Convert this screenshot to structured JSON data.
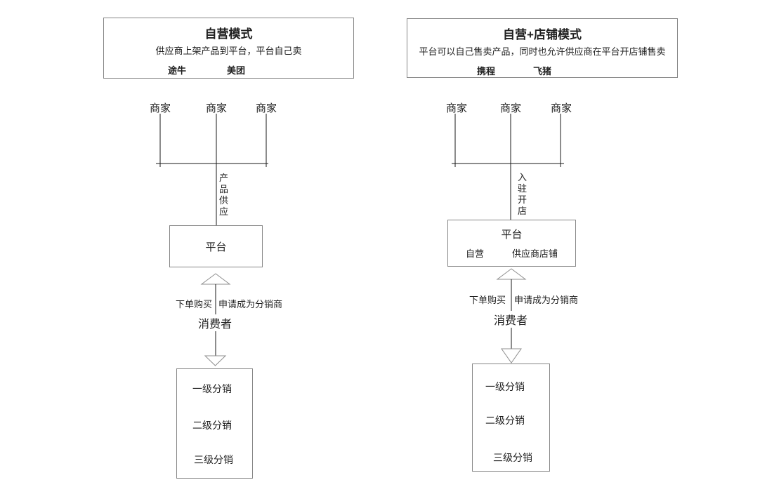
{
  "colors": {
    "line": "#1a1a1a",
    "box_border": "#868686",
    "arrow_border": "#8f8f8f",
    "text": "#1f1f1f",
    "background": "#ffffff"
  },
  "left": {
    "title": "自营模式",
    "subtitle": "供应商上架产品到平台，平台自己卖",
    "brands": [
      "途牛",
      "美团"
    ],
    "merchants": [
      "商家",
      "商家",
      "商家"
    ],
    "flow_label": "产品供应",
    "platform": {
      "name": "平台"
    },
    "order_label": "下单购买",
    "apply_label": "申请成为分销商",
    "consumer": "消费者",
    "levels": [
      "一级分销",
      "二级分销",
      "三级分销"
    ]
  },
  "right": {
    "title": "自营+店铺模式",
    "subtitle": "平台可以自己售卖产品，同时也允许供应商在平台开店铺售卖",
    "brands": [
      "携程",
      "飞猪"
    ],
    "merchants": [
      "商家",
      "商家",
      "商家"
    ],
    "flow_label": "入驻开店",
    "platform": {
      "name": "平台",
      "subs": [
        "自营",
        "供应商店铺"
      ]
    },
    "order_label": "下单购买",
    "apply_label": "申请成为分销商",
    "consumer": "消费者",
    "levels": [
      "一级分销",
      "二级分销",
      "三级分销"
    ]
  }
}
